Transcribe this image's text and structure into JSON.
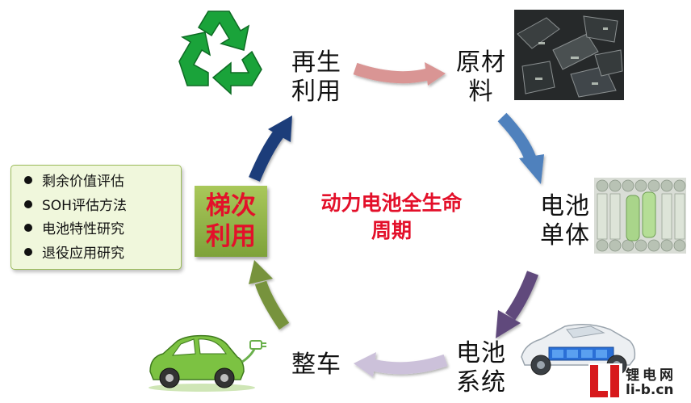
{
  "stages": {
    "regeneration": [
      "再生",
      "利用"
    ],
    "raw_material": [
      "原材",
      "料"
    ],
    "cell": [
      "电池",
      "单体"
    ],
    "system": [
      "电池",
      "系统"
    ],
    "vehicle": "整车",
    "cascade": [
      "梯次",
      "利用"
    ]
  },
  "center_title": [
    "动力电池全生命",
    "周期"
  ],
  "cascade_topics": [
    "剩余价值评估",
    "SOH评估方法",
    "电池特性研究",
    "退役应用研究"
  ],
  "watermark": {
    "name": "锂电网",
    "url": "li-b.cn"
  },
  "colors": {
    "arrow_regen_to_raw": "#d99594",
    "arrow_raw_to_cell": "#4f81bd",
    "arrow_cell_to_system": "#604a7b",
    "arrow_system_to_vehicle": "#ccc1da",
    "arrow_vehicle_to_cascade": "#77933c",
    "arrow_cascade_to_regen": "#1f3d7a",
    "title_red": "#e3102a",
    "recycle_green": "#1aa33a"
  },
  "icons": [
    "recycle-icon",
    "raw-material-photo",
    "battery-cells-photo",
    "battery-system-car-photo",
    "electric-car-icon",
    "li-b-logo-icon"
  ]
}
